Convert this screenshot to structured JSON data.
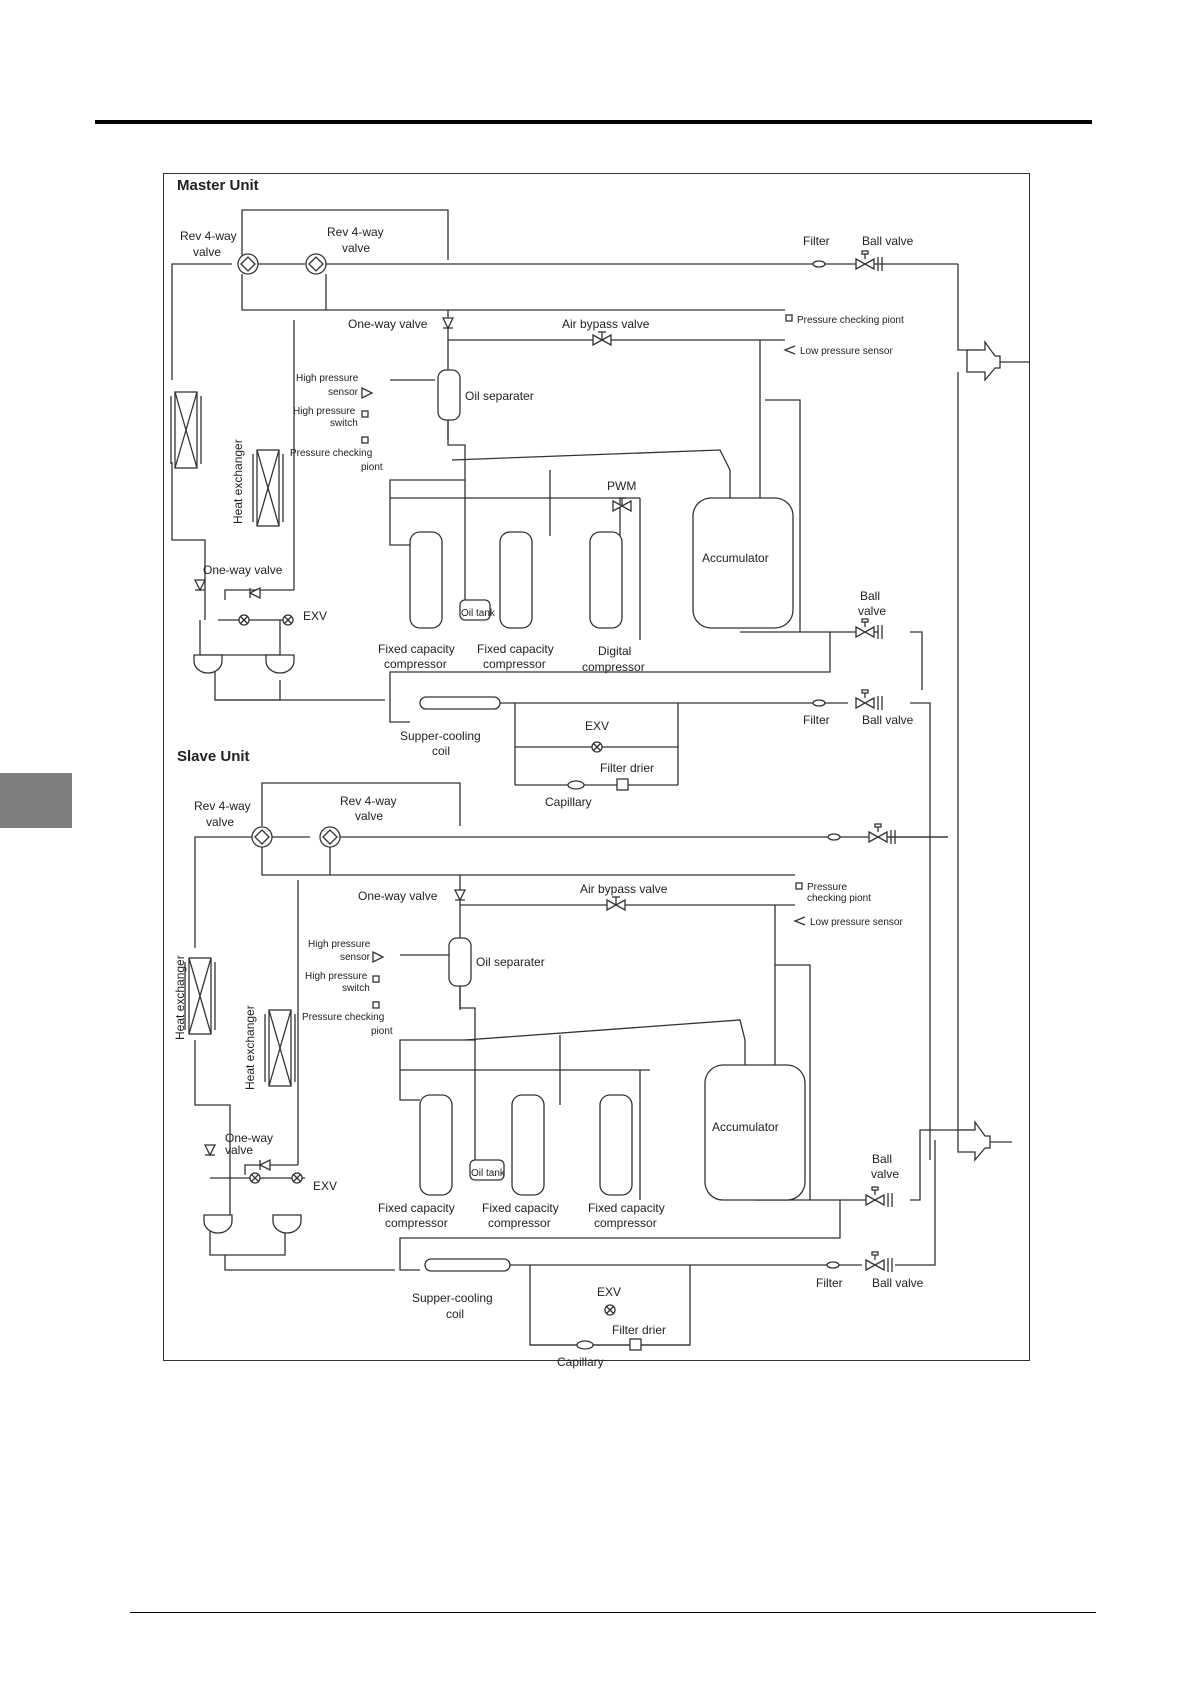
{
  "master": {
    "title": "Master Unit",
    "rev_valve_1": [
      "Rev 4-way",
      "valve"
    ],
    "rev_valve_2": [
      "Rev 4-way",
      "valve"
    ],
    "filter_top": "Filter",
    "ball_valve_top": "Ball valve",
    "one_way_valve": "One-way valve",
    "air_bypass_valve": "Air bypass valve",
    "pressure_checking_point": "Pressure checking piont",
    "low_pressure_sensor": "Low pressure sensor",
    "high_pressure_sensor": [
      "High pressure",
      "sensor"
    ],
    "high_pressure_switch": [
      "High pressure",
      "switch"
    ],
    "pressure_checking_point_2": [
      "Pressure checking",
      "piont"
    ],
    "oil_separator": "Oil separater",
    "heat_exchanger": "Heat exchanger",
    "pwm": "PWM",
    "accumulator": "Accumulator",
    "one_way_valve_2": "One-way valve",
    "exv": "EXV",
    "oil_tank": "Oil tank",
    "compressor_1": [
      "Fixed capacity",
      "compressor"
    ],
    "compressor_2": [
      "Fixed capacity",
      "compressor"
    ],
    "compressor_3": [
      "Digital",
      "compressor"
    ],
    "ball_valve_mid": [
      "Ball",
      "valve"
    ],
    "filter_bottom": "Filter",
    "ball_valve_bottom": "Ball valve",
    "subcooling_coil": [
      "Supper-cooling",
      "coil"
    ],
    "exv_2": "EXV",
    "filter_drier": "Filter drier",
    "capillary": "Capillary"
  },
  "slave": {
    "title": "Slave Unit",
    "rev_valve_1": [
      "Rev 4-way",
      "valve"
    ],
    "rev_valve_2": [
      "Rev 4-way",
      "valve"
    ],
    "one_way_valve": "One-way valve",
    "air_bypass_valve": "Air bypass valve",
    "pressure_checking_point": [
      "Pressure",
      "checking piont"
    ],
    "low_pressure_sensor": "Low pressure sensor",
    "high_pressure_sensor": [
      "High pressure",
      "sensor"
    ],
    "high_pressure_switch": [
      "High pressure",
      "switch"
    ],
    "pressure_checking_point_2": [
      "Pressure checking",
      "piont"
    ],
    "oil_separator": "Oil separater",
    "heat_exchanger_1": "Heat exchanger",
    "heat_exchanger_2": "Heat exchanger",
    "accumulator": "Accumulator",
    "one_way_valve_2": [
      "One-way",
      "valve"
    ],
    "exv": "EXV",
    "oil_tank": "Oil tank",
    "compressor_1": [
      "Fixed capacity",
      "compressor"
    ],
    "compressor_2": [
      "Fixed capacity",
      "compressor"
    ],
    "compressor_3": [
      "Fixed capacity",
      "compressor"
    ],
    "ball_valve_mid": [
      "Ball",
      "valve"
    ],
    "filter_bottom": "Filter",
    "ball_valve_bottom": "Ball valve",
    "subcooling_coil": [
      "Supper-cooling",
      "coil"
    ],
    "exv_2": "EXV",
    "filter_drier": "Filter drier",
    "capillary": "Capillary"
  }
}
